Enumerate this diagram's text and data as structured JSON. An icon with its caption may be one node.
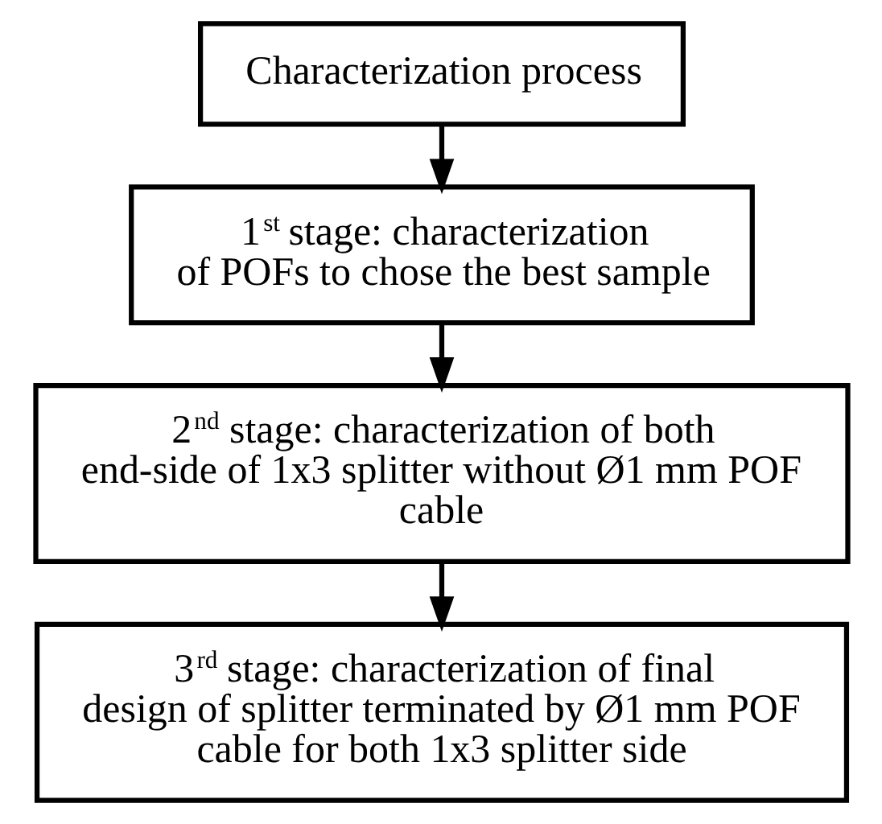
{
  "diagram": {
    "nodes": [
      {
        "text": [
          "Characterization process"
        ]
      },
      {
        "text": [
          "1$^{st}$ stage: characterization of POFs to chose the best sample"
        ]
      },
      {
        "text": [
          "2$^{nd}$ stage: characterization of both end-side of 1x3 splitter without Ø1 mm POF cable"
        ]
      },
      {
        "text": [
          "3$^{rd}$ stage: characterization of final design of splitter terminated by Ø1 mm POF cable for both 1x3 splitter side"
        ]
      }
    ],
    "edges": [
      {
        "from": 0,
        "to": 1,
        "arrow": "to"
      },
      {
        "from": 1,
        "to": 2,
        "arrow": "to"
      },
      {
        "from": 2,
        "to": 3,
        "arrow": "to"
      }
    ]
  }
}
